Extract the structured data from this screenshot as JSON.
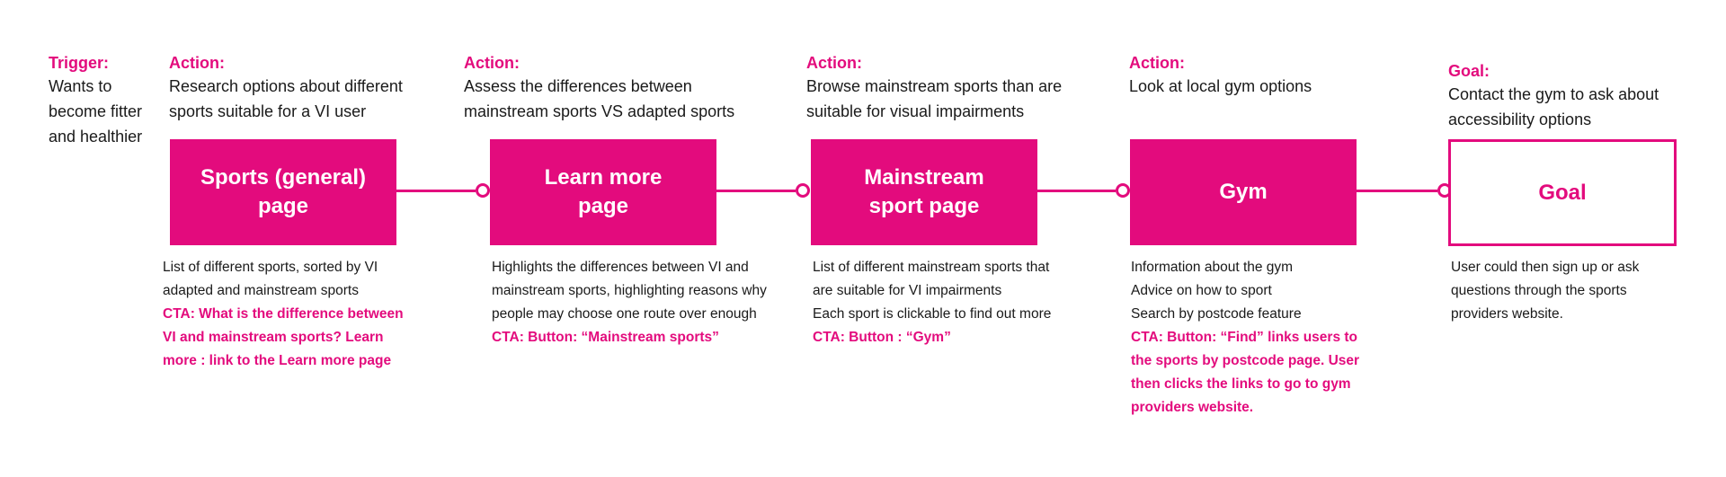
{
  "trigger": {
    "label": "Trigger:",
    "lines": [
      "Wants to",
      "become fitter",
      "and healthier"
    ]
  },
  "steps": [
    {
      "label": "Action:",
      "text_lines": [
        "Research options about different",
        "sports suitable for a VI user"
      ],
      "box": "Sports (general)\npage",
      "notes": [
        "List of different sports, sorted by VI",
        "adapted and mainstream sports"
      ],
      "cta": [
        "CTA: What is the difference between",
        "VI and mainstream sports? Learn",
        "more : link to the Learn more page"
      ]
    },
    {
      "label": "Action:",
      "text_lines": [
        "Assess the differences between",
        "mainstream sports VS adapted sports"
      ],
      "box": "Learn more\npage",
      "notes": [
        "Highlights the differences between VI and",
        "mainstream sports, highlighting reasons why",
        "people may choose one route over enough"
      ],
      "cta": [
        "CTA: Button: “Mainstream sports”"
      ]
    },
    {
      "label": "Action:",
      "text_lines": [
        "Browse mainstream sports than are",
        "suitable for visual impairments"
      ],
      "box": "Mainstream\nsport page",
      "notes": [
        "List of different mainstream sports that",
        "are suitable for VI impairments",
        "Each sport is clickable to find out more"
      ],
      "cta": [
        "CTA: Button : “Gym”"
      ]
    },
    {
      "label": "Action:",
      "text_lines": [
        "Look at local gym options"
      ],
      "box": "Gym",
      "notes": [
        "Information about the gym",
        "Advice on how to sport",
        "Search by postcode feature"
      ],
      "cta": [
        "CTA: Button: “Find” links users to",
        "the sports by postcode page. User",
        "then clicks the links to go to gym",
        "providers website."
      ]
    }
  ],
  "goal": {
    "label": "Goal:",
    "text_lines": [
      "Contact the gym to ask about",
      "accessibility options"
    ],
    "box": "Goal",
    "notes": [
      "User could then sign up or ask",
      "questions through the sports",
      "providers website."
    ]
  },
  "colors": {
    "accent": "#e30b7d",
    "text": "#1a1a1a",
    "background": "#ffffff"
  }
}
